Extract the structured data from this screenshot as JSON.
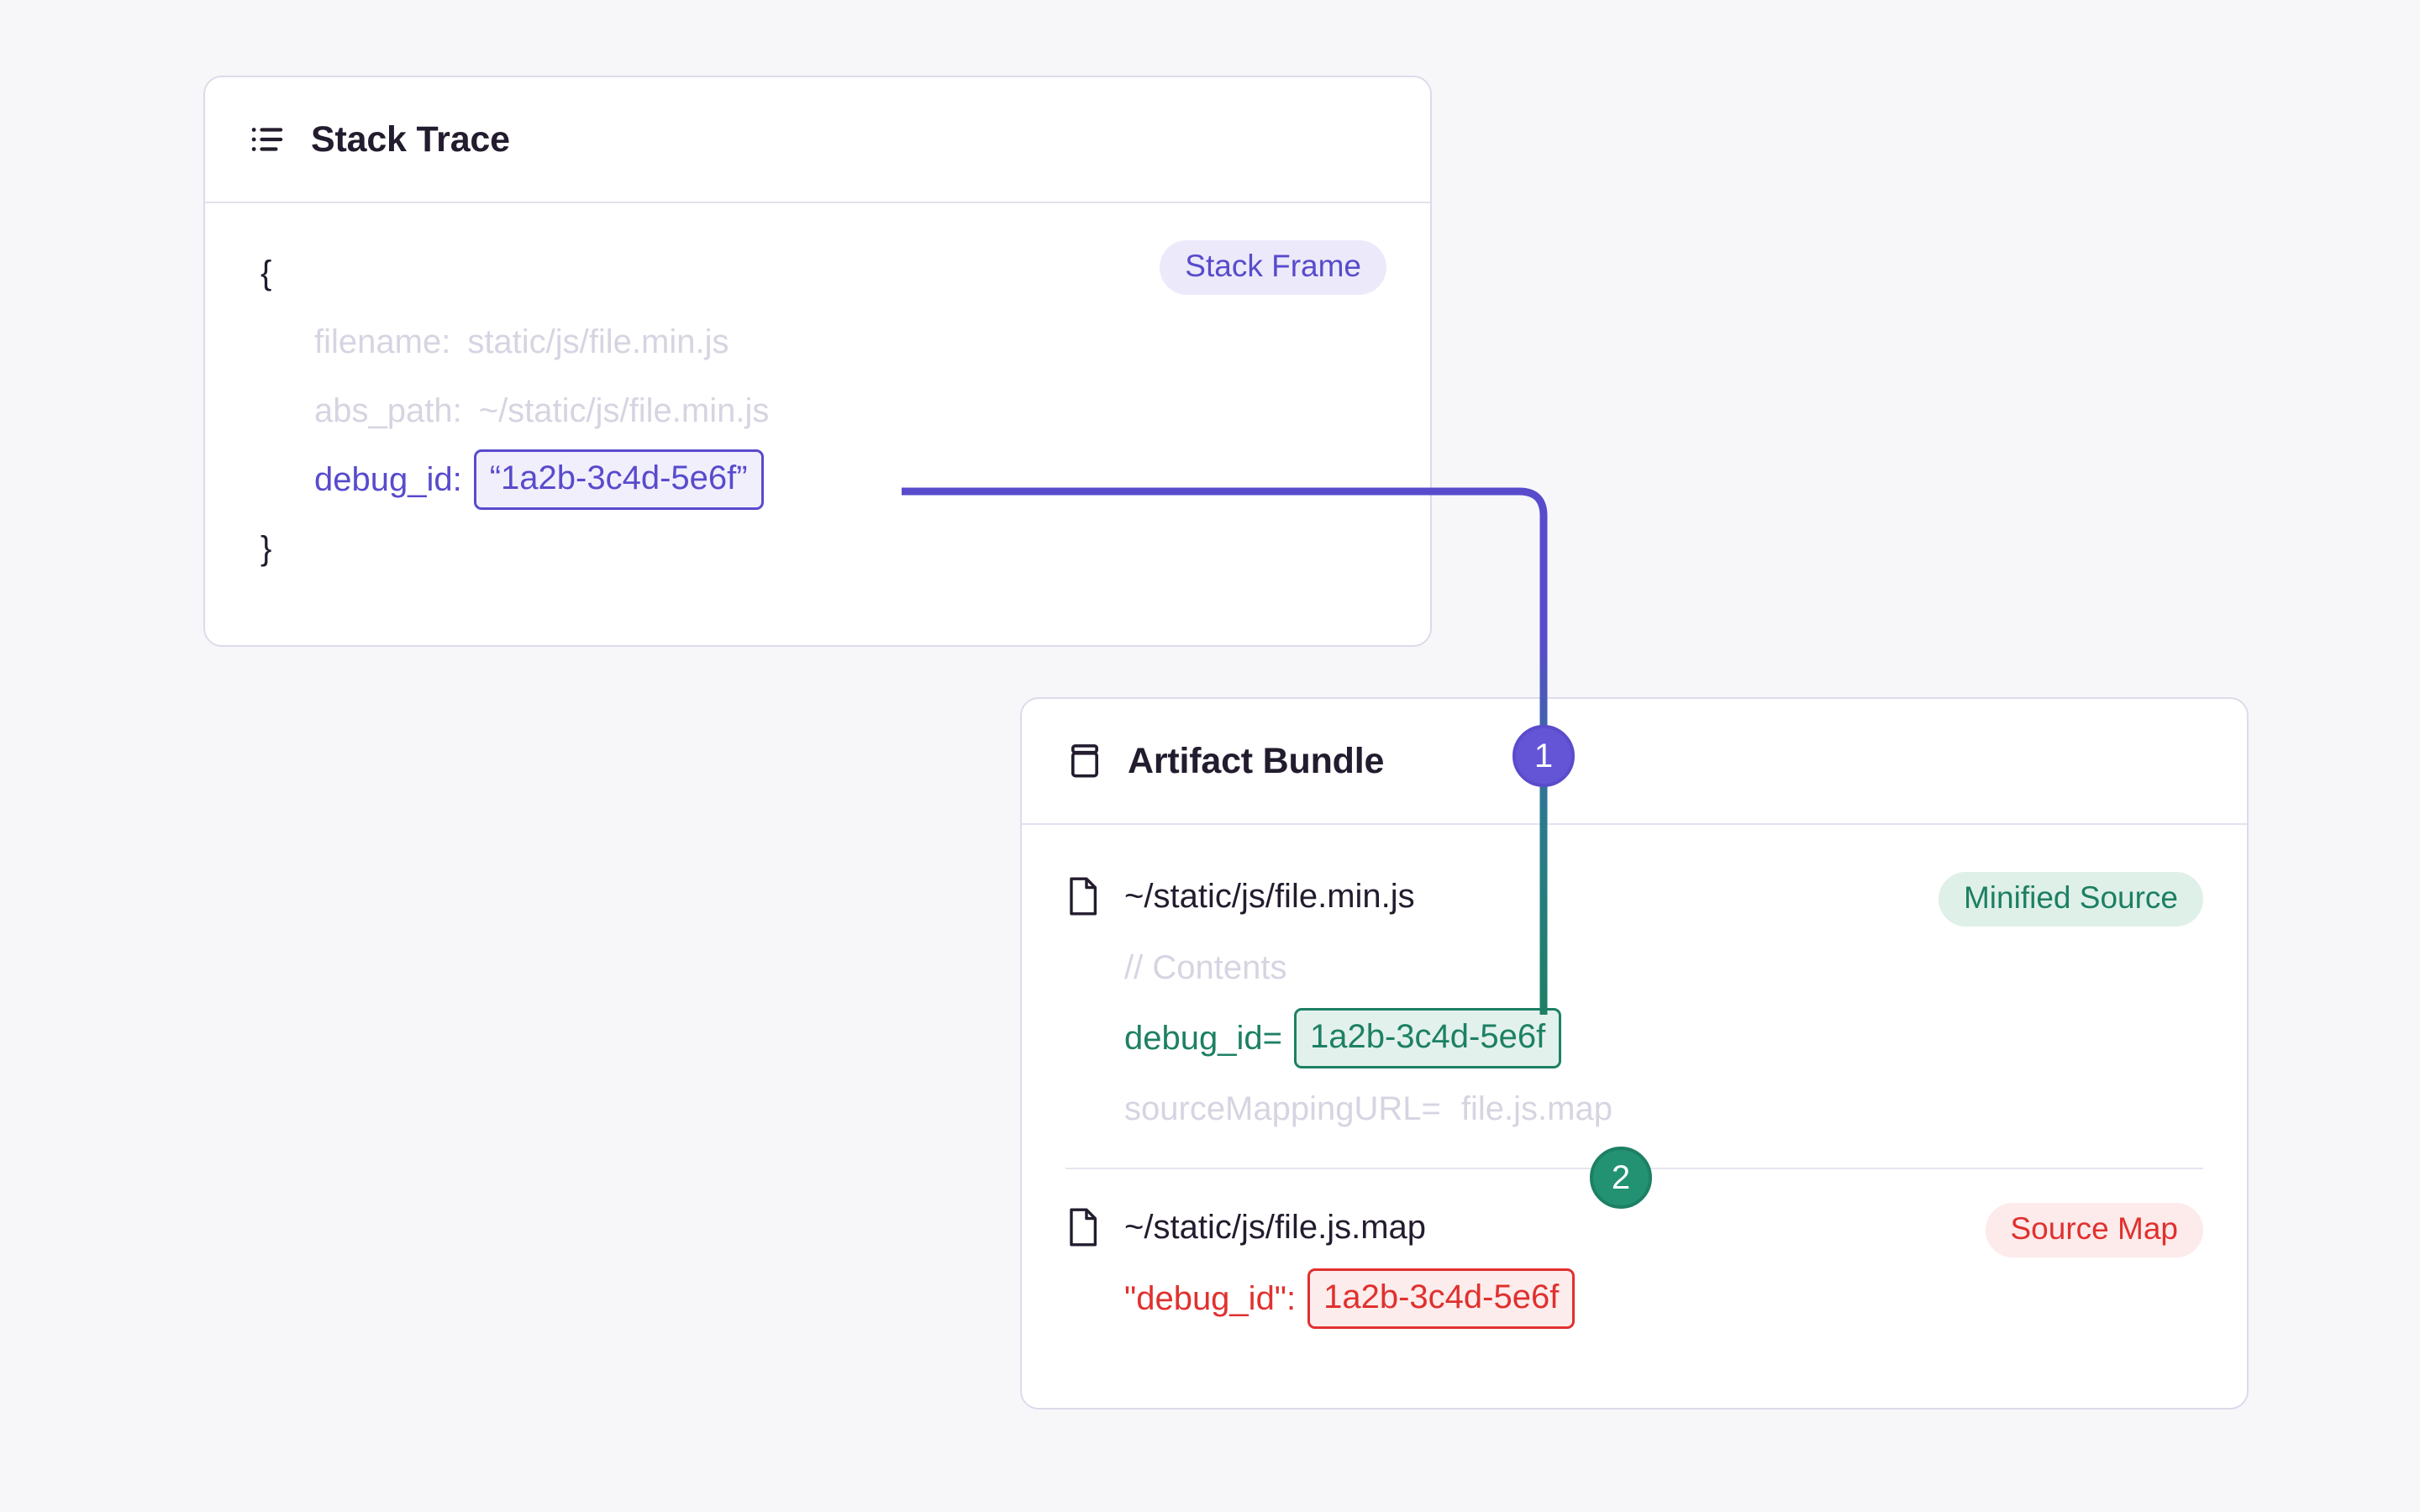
{
  "theme": {
    "page_background": "#f7f7fa",
    "card_background": "#ffffff",
    "card_border": "#dedaea",
    "purple": "#584bcc",
    "purple_badge": "#6455d6",
    "green": "#1d8064",
    "green_badge": "#229273",
    "red": "#e0312f",
    "muted_text": "#d7d4e2",
    "title_text": "#231c2e"
  },
  "stack_trace_card": {
    "icon": "list-icon",
    "title": "Stack Trace",
    "tag": "Stack Frame",
    "code": {
      "open_brace": "{",
      "close_brace": "}",
      "rows": [
        {
          "key": "filename:",
          "value": "static/js/file.min.js",
          "style": "muted"
        },
        {
          "key": "abs_path:",
          "value": "~/static/js/file.min.js",
          "style": "muted"
        },
        {
          "key": "debug_id:",
          "value": "“1a2b-3c4d-5e6f”",
          "style": "highlight-purple"
        }
      ]
    }
  },
  "artifact_bundle_card": {
    "icon": "archive-box-icon",
    "title": "Artifact Bundle",
    "rows": [
      {
        "file_icon": "file-icon",
        "file_name": "~/static/js/file.min.js",
        "tag": "Minified Source",
        "tag_style": "green",
        "lines": [
          {
            "key": "// Contents",
            "value": "",
            "style": "muted"
          },
          {
            "key": "debug_id=",
            "value": "1a2b-3c4d-5e6f",
            "style": "highlight-green"
          },
          {
            "key": "sourceMappingURL=",
            "value": "file.js.map",
            "style": "muted"
          }
        ]
      },
      {
        "file_icon": "file-icon",
        "file_name": "~/static/js/file.js.map",
        "tag": "Source Map",
        "tag_style": "red",
        "lines": [
          {
            "key": "\"debug_id\":",
            "value": "1a2b-3c4d-5e6f",
            "style": "highlight-red"
          }
        ]
      }
    ]
  },
  "steps": [
    {
      "number": "1",
      "color": "#6455d6"
    },
    {
      "number": "2",
      "color": "#229273"
    }
  ]
}
